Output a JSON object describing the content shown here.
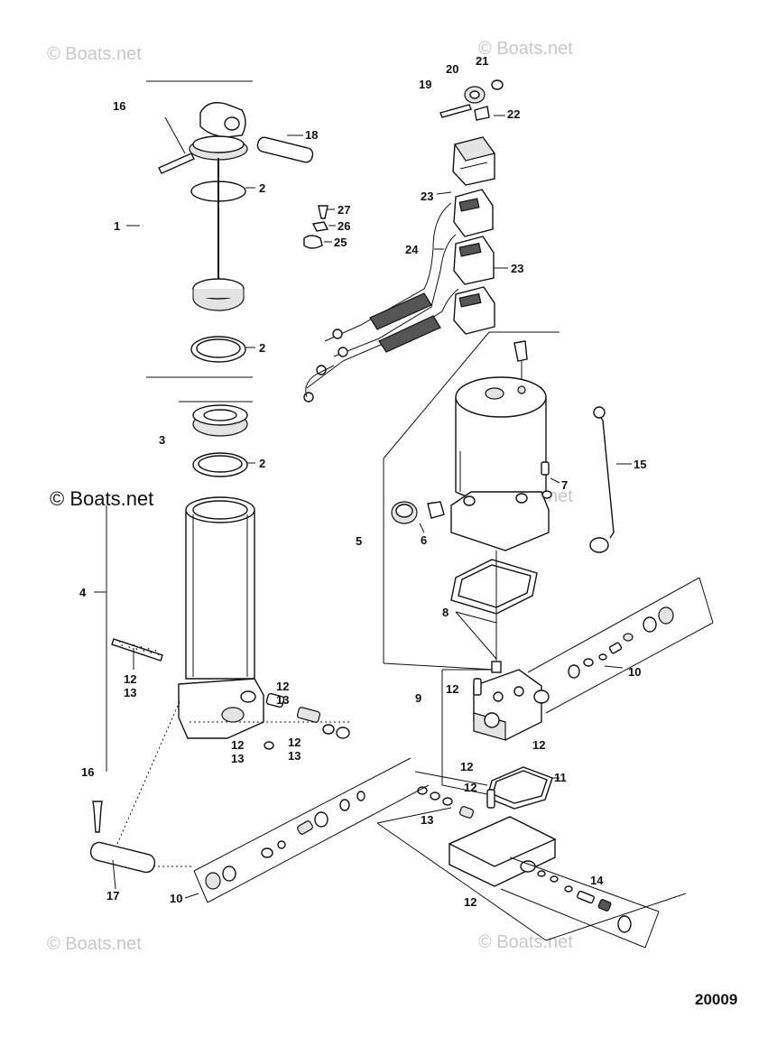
{
  "watermark": "© Boats.net",
  "figure_number": "20009",
  "callouts": {
    "c1": "1",
    "c2a": "2",
    "c2b": "2",
    "c2c": "2",
    "c3": "3",
    "c4": "4",
    "c5": "5",
    "c6": "6",
    "c7": "7",
    "c8": "8",
    "c9": "9",
    "c10a": "10",
    "c10b": "10",
    "c11": "11",
    "c12a": "12",
    "c12b": "12",
    "c12c": "12",
    "c12d": "12",
    "c12e": "12",
    "c12f": "12",
    "c12g": "12",
    "c12h": "12",
    "c12i": "12",
    "c13a": "13",
    "c13b": "13",
    "c13c": "13",
    "c13d": "13",
    "c13e": "13",
    "c14": "14",
    "c15": "15",
    "c16a": "16",
    "c16b": "16",
    "c17": "17",
    "c18": "18",
    "c19": "19",
    "c20": "20",
    "c21": "21",
    "c22": "22",
    "c23a": "23",
    "c23b": "23",
    "c24": "24",
    "c25": "25",
    "c26": "26",
    "c27": "27"
  }
}
